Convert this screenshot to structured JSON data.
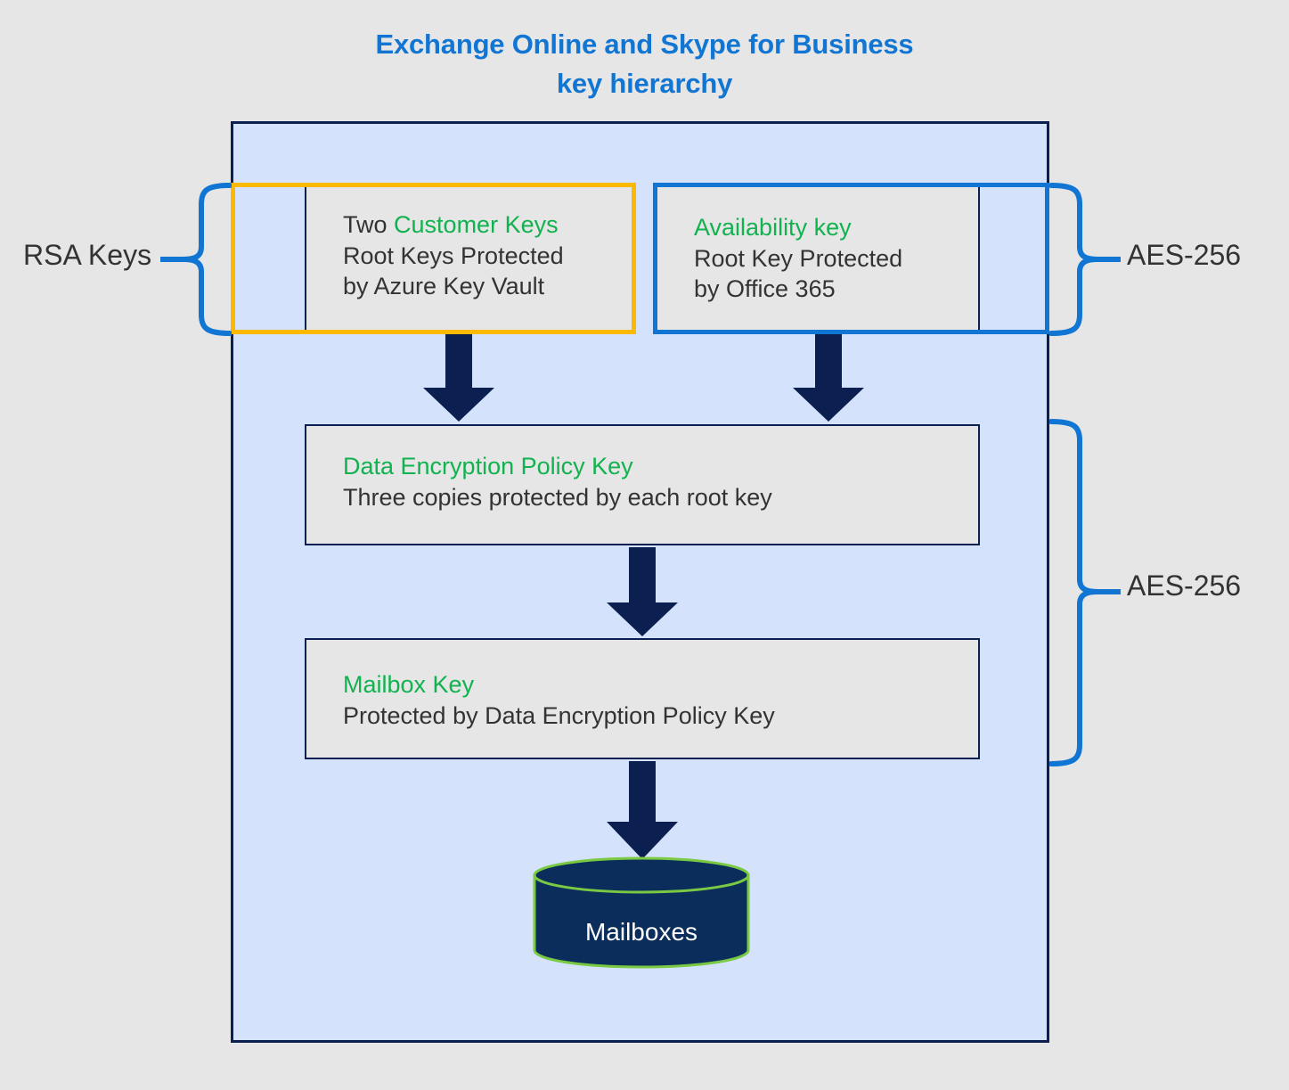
{
  "title": {
    "line1": "Exchange Online and Skype for Business",
    "line2": "key hierarchy"
  },
  "colors": {
    "page_background": "#e6e6e6",
    "container_fill": "#d4e3fb",
    "container_border": "#0b2050",
    "box_fill": "#e6e6e6",
    "box_border": "#0b2050",
    "title_blue": "#1175d3",
    "highlight_green": "#11b24f",
    "customer_outline_orange": "#fcb900",
    "availability_outline_blue": "#1175d3",
    "brace_blue": "#1175d3",
    "arrow_navy": "#0b2050",
    "cylinder_fill": "#0b2d5c",
    "cylinder_outline_green": "#7ac943",
    "text": "#333333"
  },
  "boxes": {
    "customer_keys": {
      "heading": "Customer Keys",
      "prefix": "Two ",
      "line2": "Root Keys Protected",
      "line3": "by Azure Key Vault"
    },
    "availability_key": {
      "heading": "Availability key",
      "line2": "Root Key Protected",
      "line3": "by Office 365"
    },
    "dep_key": {
      "heading": "Data Encryption Policy Key",
      "line2": "Three copies protected by each root key"
    },
    "mailbox_key": {
      "heading": "Mailbox Key",
      "line2": "Protected by Data Encryption Policy Key"
    }
  },
  "braces": {
    "rsa_keys": "RSA Keys",
    "aes_top": "AES-256",
    "aes_bottom": "AES-256"
  },
  "datastore": {
    "label": "Mailboxes"
  },
  "chart_data": {
    "type": "diagram",
    "title": "Exchange Online and Skype for Business key hierarchy",
    "nodes": [
      {
        "id": "customer_keys",
        "label": "Two Customer Keys / Root Keys Protected by Azure Key Vault",
        "level": 1,
        "outline": "#fcb900",
        "annotation": "RSA Keys"
      },
      {
        "id": "availability_key",
        "label": "Availability key / Root Key Protected by Office 365",
        "level": 1,
        "outline": "#1175d3",
        "annotation": "AES-256"
      },
      {
        "id": "dep_key",
        "label": "Data Encryption Policy Key / Three copies protected by each root key",
        "level": 2,
        "annotation": "AES-256"
      },
      {
        "id": "mailbox_key",
        "label": "Mailbox Key / Protected by Data Encryption Policy Key",
        "level": 3,
        "annotation": "AES-256"
      },
      {
        "id": "mailboxes",
        "label": "Mailboxes",
        "level": 4,
        "shape": "cylinder"
      }
    ],
    "edges": [
      {
        "from": "customer_keys",
        "to": "dep_key"
      },
      {
        "from": "availability_key",
        "to": "dep_key"
      },
      {
        "from": "dep_key",
        "to": "mailbox_key"
      },
      {
        "from": "mailbox_key",
        "to": "mailboxes"
      }
    ]
  }
}
